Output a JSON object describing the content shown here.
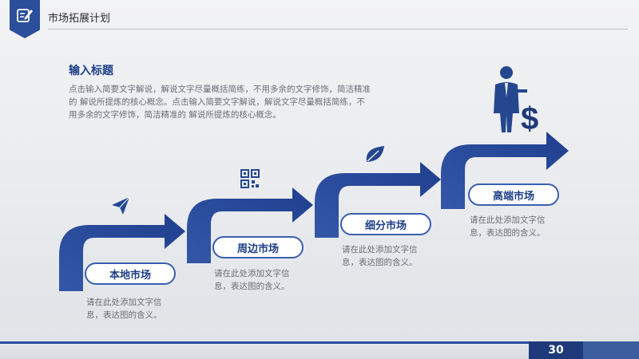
{
  "header": {
    "title": "市场拓展计划"
  },
  "intro": {
    "title": "输入标题",
    "text": "点击输入简要文字解说，解说文字尽量概括简练，不用多余的文字修饰，简洁精准的 解说所提炼的核心概念。点击输入简要文字解说，解说文字尽量概括简练，不用多余的文字修饰，简洁精准的 解说所提炼的核心概念。"
  },
  "steps": [
    {
      "label": "本地市场",
      "desc": "请在此处添加文字信息，表达图的含义。",
      "icon": "paper-plane-icon"
    },
    {
      "label": "周边市场",
      "desc": "请在此处添加文字信息，表达图的含义。",
      "icon": "qr-code-icon"
    },
    {
      "label": "细分市场",
      "desc": "请在此处添加文字信息，表达图的含义。",
      "icon": "leaf-icon"
    },
    {
      "label": "高端市场",
      "desc": "请在此处添加文字信息，表达图的含义。",
      "icon": "businessman-dollar-icon"
    }
  ],
  "footer": {
    "page_number": "30"
  },
  "colors": {
    "primary": "#2b4f9a",
    "dark": "#1f3a7a",
    "accent": "#3a5fb0",
    "text_gray": "#6b6f75"
  }
}
